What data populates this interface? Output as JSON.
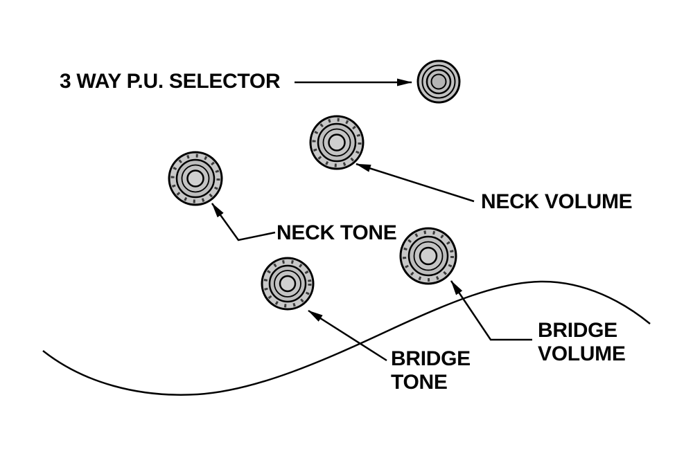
{
  "diagram": {
    "labels": {
      "selector": "3 WAY P.U. SELECTOR",
      "neck_volume": "NECK VOLUME",
      "neck_tone": "NECK TONE",
      "bridge_volume": {
        "line1": "BRIDGE",
        "line2": "VOLUME"
      },
      "bridge_tone": {
        "line1": "BRIDGE",
        "line2": "TONE"
      }
    },
    "knobs": [
      {
        "name": "3-way-pickup-selector-knob"
      },
      {
        "name": "neck-volume-knob"
      },
      {
        "name": "neck-tone-knob"
      },
      {
        "name": "bridge-volume-knob"
      },
      {
        "name": "bridge-tone-knob"
      }
    ],
    "colors": {
      "line": "#000000",
      "text": "#050505",
      "knob_fill": "#c8c8c8",
      "knob_inner": "#bdbdbd",
      "background": "#ffffff"
    }
  }
}
